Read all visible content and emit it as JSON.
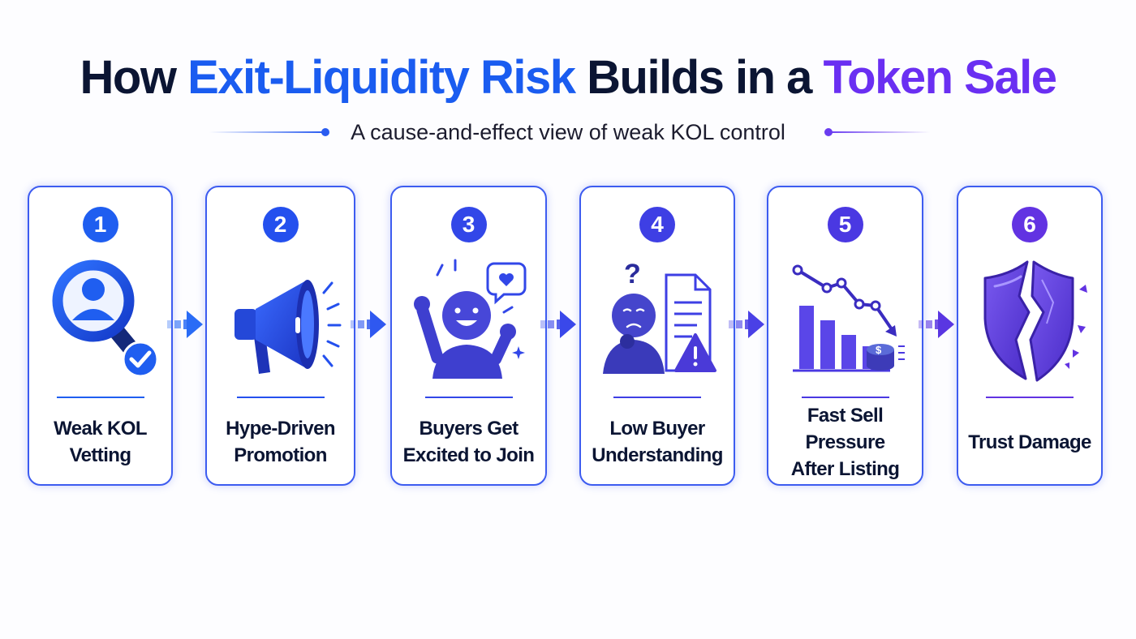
{
  "title": {
    "part1": "How",
    "part2": "Exit-Liquidity Risk",
    "part3": "Builds in a",
    "part4": "Token Sale"
  },
  "subtitle": "A cause-and-effect view of weak KOL control",
  "colors": {
    "navy": "#0b1533",
    "blue": "#1a5cf0",
    "purple": "#6a2ff2"
  },
  "steps": [
    {
      "number": "1",
      "label": "Weak KOL\nVetting",
      "icon": "magnifier-user-check-icon",
      "color": "#1f5ef0"
    },
    {
      "number": "2",
      "label": "Hype-Driven\nPromotion",
      "icon": "megaphone-icon",
      "color": "#2450ee"
    },
    {
      "number": "3",
      "label": "Buyers Get\nExcited to Join",
      "icon": "excited-buyer-icon",
      "color": "#3247e8"
    },
    {
      "number": "4",
      "label": "Low Buyer\nUnderstanding",
      "icon": "confused-buyer-icon",
      "color": "#3e3fe4"
    },
    {
      "number": "5",
      "label": "Fast Sell Pressure\nAfter Listing",
      "icon": "falling-chart-icon",
      "color": "#4a38e2"
    },
    {
      "number": "6",
      "label": "Trust Damage",
      "icon": "broken-shield-icon",
      "color": "#6233e2"
    }
  ]
}
